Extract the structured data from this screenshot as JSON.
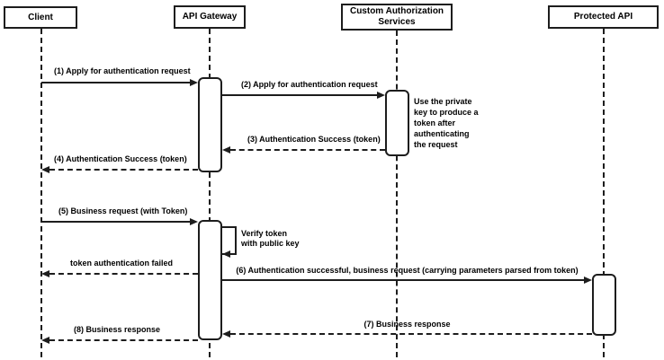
{
  "colors": {
    "stroke": "#1d1d1d",
    "text": "#000000",
    "background": "#ffffff"
  },
  "diagram": {
    "type": "sequence",
    "participants": [
      {
        "label": "Client"
      },
      {
        "label": "API Gateway"
      },
      {
        "label": "Custom Authorization Services"
      },
      {
        "label": "Protected API"
      }
    ],
    "messages": [
      {
        "seq": "1",
        "label": "(1) Apply for authentication request",
        "from": "Client",
        "to": "API Gateway",
        "style": "solid"
      },
      {
        "seq": "2",
        "label": "(2) Apply for authentication request",
        "from": "API Gateway",
        "to": "Custom Authorization Services",
        "style": "solid"
      },
      {
        "seq": "3",
        "label": "(3) Authentication Success (token)",
        "from": "Custom Authorization Services",
        "to": "API Gateway",
        "style": "dashed"
      },
      {
        "seq": "4",
        "label": "(4) Authentication Success (token)",
        "from": "API Gateway",
        "to": "Client",
        "style": "dashed"
      },
      {
        "seq": "5",
        "label": "(5) Business request (with Token)",
        "from": "Client",
        "to": "API Gateway",
        "style": "solid"
      },
      {
        "seq": "",
        "label": "token authentication failed",
        "from": "API Gateway",
        "to": "Client",
        "style": "dashed"
      },
      {
        "seq": "6",
        "label": "(6) Authentication successful, business request (carrying parameters parsed from token)",
        "from": "API Gateway",
        "to": "Protected API",
        "style": "solid"
      },
      {
        "seq": "7",
        "label": "(7) Business response",
        "from": "Protected API",
        "to": "API Gateway",
        "style": "dashed"
      },
      {
        "seq": "8",
        "label": "(8) Business response",
        "from": "API Gateway",
        "to": "Client",
        "style": "dashed"
      }
    ],
    "self_message": {
      "label": "Verify token\nwith public key",
      "on": "API Gateway"
    },
    "note": {
      "text": "Use the private\nkey to produce a\ntoken after\nauthenticating\nthe request",
      "anchor": "Custom Authorization Services"
    }
  }
}
